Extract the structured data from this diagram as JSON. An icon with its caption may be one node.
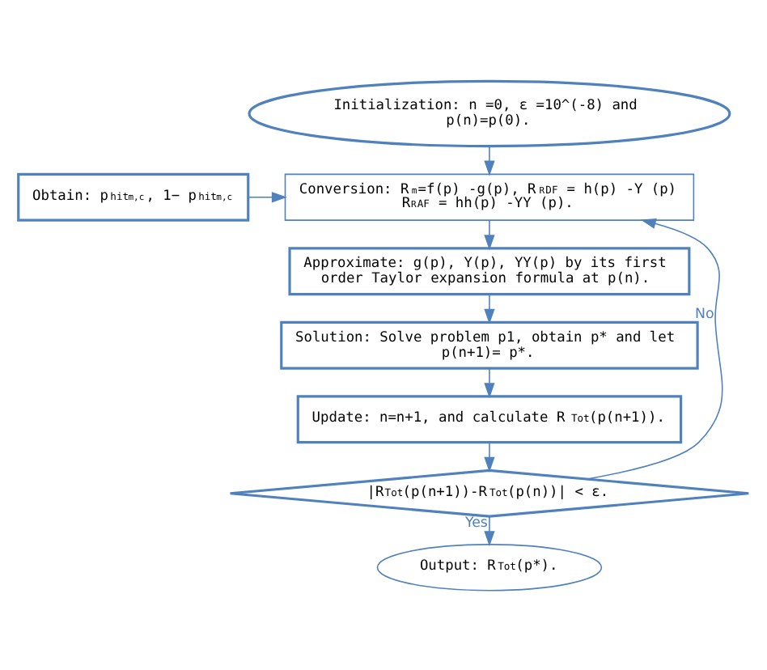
{
  "diagram": {
    "nodes": [
      {
        "text": [
          "Initialization: n =0, ε =10^(-8) and p(n)=p(0)."
        ]
      },
      {
        "text": [
          "Obtain: p$^{hit}$$_{m,c}$, 1− p$^{hit}$$_{m,c}$"
        ]
      },
      {
        "text": [
          "Conversion: R$_{m}$=f(p) -g(p), R$_{R}$$^{DF}$ = h(p) -Y (p) R$_{R}$$^{AF}$ = hh(p) -YY (p)."
        ]
      },
      {
        "text": [
          "Approximate: g(p), Y(p), YY(p) by its first order Taylor expansion formula at p(n)."
        ]
      },
      {
        "text": [
          "Solution: Solve problem p1, obtain p* and let p(n+1)= p*."
        ]
      },
      {
        "text": [
          "Update: n=n+1, and calculate R$^{Tot}$(p(n+1))."
        ]
      },
      {
        "text": [
          "|R$^{Tot}$(p(n+1))-R$^{Tot}$(p(n))| < ε."
        ]
      },
      {
        "text": [
          "Output: R$^{Tot}$(p*)."
        ]
      }
    ],
    "edges": [
      {
        "from": 0,
        "to": 2,
        "arrow": "to"
      },
      {
        "from": 1,
        "to": 2,
        "arrow": "to"
      },
      {
        "from": 2,
        "to": 3,
        "arrow": "to"
      },
      {
        "from": 3,
        "to": 4,
        "arrow": "to"
      },
      {
        "from": 4,
        "to": 5,
        "arrow": "to"
      },
      {
        "from": 5,
        "to": 6,
        "arrow": "to"
      },
      {
        "from": 6,
        "to": 7,
        "label": "Yes",
        "arrow": "to"
      },
      {
        "from": 6,
        "to": 2,
        "label": "No",
        "arrow": "to"
      }
    ]
  }
}
